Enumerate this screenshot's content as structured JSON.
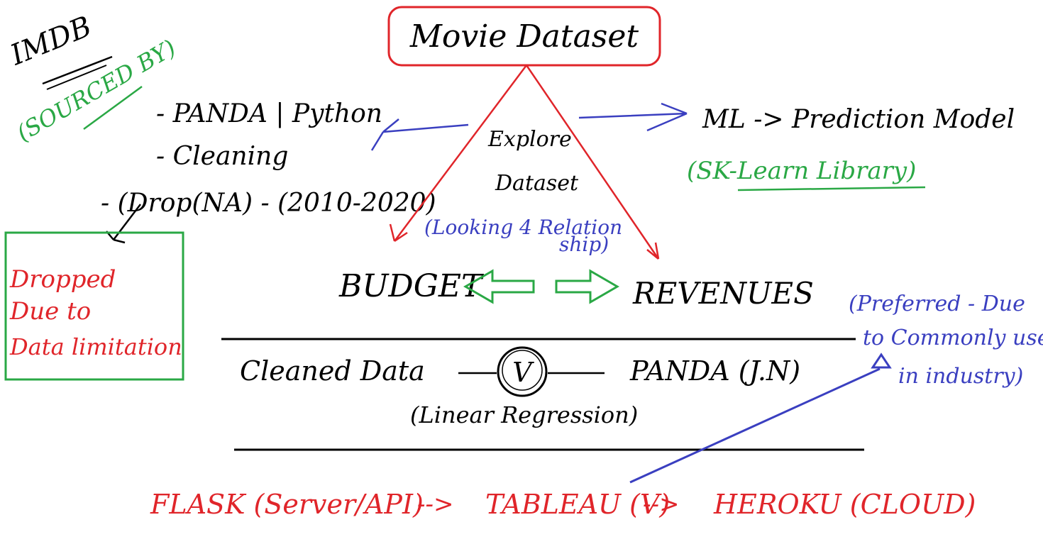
{
  "title": "Movie Dataset",
  "source": {
    "name": "IMDB",
    "note": "(SOURCED BY)"
  },
  "cleaning_steps": {
    "tools": "- PANDA | Python",
    "cleaning": "- Cleaning",
    "drop": "- (Drop(NA) - (2010-2020)"
  },
  "dropped_note": [
    "Dropped",
    "Due to",
    "Data limitation"
  ],
  "explore": {
    "line1": "Explore",
    "line2": "Dataset"
  },
  "ml": {
    "label": "ML -> Prediction Model",
    "library": "(SK-Learn Library)"
  },
  "relationship": {
    "line1": "(Looking 4 Relation",
    "line2": "ship)"
  },
  "budget": "BUDGET",
  "revenues": "REVENUES",
  "cleaned": {
    "left": "Cleaned Data",
    "check": "V",
    "right": "PANDA (J.N)",
    "method": "(Linear Regression)"
  },
  "preferred": {
    "line1": "(Preferred - Due",
    "line2": "to Commonly used",
    "line3": "in industry)"
  },
  "pipeline": {
    "step1": "FLASK (Server/API)",
    "arrow1": "-->",
    "step2": "TABLEAU (V)",
    "arrow2": "-->",
    "step3": "HEROKU (CLOUD)"
  },
  "colors": {
    "ink": "#000000",
    "red": "#e0252a",
    "green": "#2aa845",
    "blue": "#3a3fc0"
  }
}
